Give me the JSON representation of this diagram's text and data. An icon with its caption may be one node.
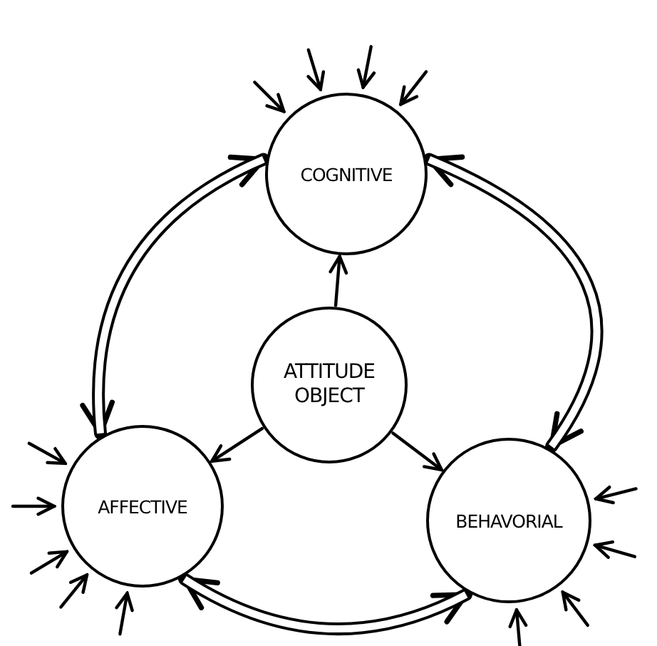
{
  "diagram": {
    "nodes": [
      {
        "text": [
          "COGNITIVE"
        ]
      },
      {
        "text": [
          "ATTITUDE OBJECT"
        ]
      },
      {
        "text": [
          "AFFECTIVE"
        ]
      },
      {
        "text": [
          "BEHAVORIAL"
        ]
      }
    ],
    "edges": [
      {
        "from": 1,
        "to": 0,
        "arrow": "to"
      },
      {
        "from": 1,
        "to": 2,
        "arrow": "to"
      },
      {
        "from": 1,
        "to": 3,
        "arrow": "to"
      },
      {
        "from": 2,
        "to": 0,
        "arrow": "both",
        "style": "thick"
      },
      {
        "from": 3,
        "to": 0,
        "arrow": "both",
        "style": "thick"
      },
      {
        "from": 2,
        "to": 3,
        "arrow": "both",
        "style": "thick"
      },
      {
        "from": null,
        "to": 0,
        "arrow": "to"
      },
      {
        "from": null,
        "to": 0,
        "arrow": "to"
      },
      {
        "from": null,
        "to": 0,
        "arrow": "to"
      },
      {
        "from": null,
        "to": 0,
        "arrow": "to"
      },
      {
        "from": null,
        "to": 2,
        "arrow": "to"
      },
      {
        "from": null,
        "to": 2,
        "arrow": "to"
      },
      {
        "from": null,
        "to": 2,
        "arrow": "to"
      },
      {
        "from": null,
        "to": 2,
        "arrow": "to"
      },
      {
        "from": null,
        "to": 2,
        "arrow": "to"
      },
      {
        "from": null,
        "to": 3,
        "arrow": "to"
      },
      {
        "from": null,
        "to": 3,
        "arrow": "to"
      },
      {
        "from": null,
        "to": 3,
        "arrow": "to"
      },
      {
        "from": null,
        "to": 3,
        "arrow": "to"
      }
    ]
  }
}
